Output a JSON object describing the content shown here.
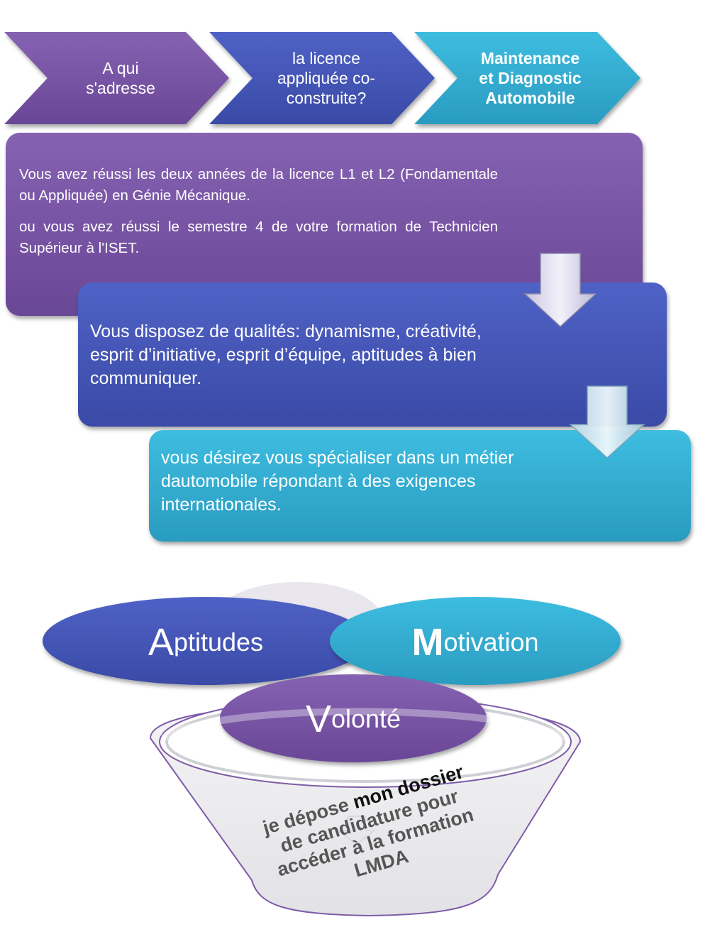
{
  "header_chevrons": [
    {
      "label": "A qui s'adresse",
      "lines": [
        "A qui",
        "s'adresse"
      ],
      "color": "#7b58a8"
    },
    {
      "label": "la licence appliquée co-construite?",
      "lines": [
        "la licence",
        "appliquée co-",
        "construite?"
      ],
      "color": "#4a5cbf"
    },
    {
      "label": "Maintenance et Diagnostic Automobile",
      "lines": [
        "Maintenance",
        "et Diagnostic",
        "Automobile"
      ],
      "color": "#36b3d6"
    }
  ],
  "steps": [
    {
      "color": "#7752a6",
      "paragraphs": [
        "Vous avez réussi les deux années de la licence L1 et L2 (Fondamentale ou Appliquée) en Génie Mécanique.",
        "ou vous avez réussi le semestre 4 de votre formation de Technicien Supérieur à l'ISET."
      ]
    },
    {
      "color": "#4656b8",
      "text": "Vous disposez de qualités: dynamisme, créativité, esprit d’initiative, esprit d’équipe, aptitudes à  bien communiquer."
    },
    {
      "color": "#35b0d3",
      "text": "vous désirez vous spécialiser dans un métier  dautomobile répondant à des exigences internationales."
    }
  ],
  "arrows": [
    {
      "icon": "arrow-down-icon"
    },
    {
      "icon": "arrow-down-icon"
    }
  ],
  "venn": {
    "aptitudes": {
      "initial": "A",
      "rest": "ptitudes",
      "color": "#4252b0"
    },
    "motivation": {
      "initial": "M",
      "rest": "otivation",
      "color": "#30aacd"
    },
    "volonte": {
      "initial": "V",
      "rest": "olonté",
      "color": "#6e4a9a"
    }
  },
  "funnel": {
    "line1_a": "je dépose  ",
    "line1_b": "mon dossier",
    "line2": "de candidature pour",
    "line3": "accéder à la formation",
    "line4": "LMDA"
  }
}
